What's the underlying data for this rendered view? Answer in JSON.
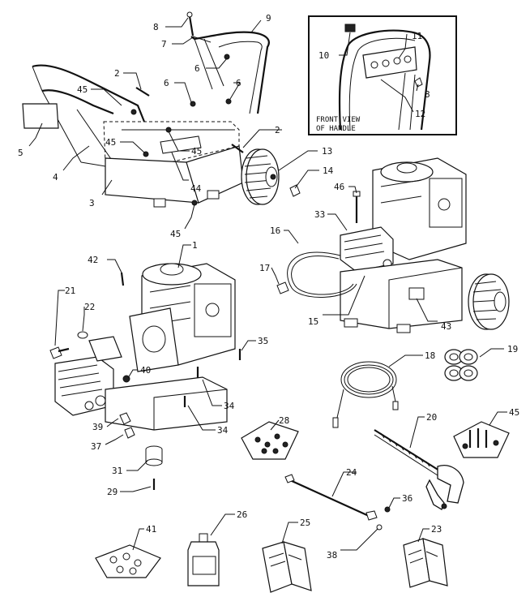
{
  "inset": {
    "caption_line1": "FRONT VIEW",
    "caption_line2": "OF HANDLE"
  },
  "callouts": [
    "1",
    "2",
    "3",
    "4",
    "5",
    "6",
    "7",
    "8",
    "9",
    "10",
    "11",
    "12",
    "13",
    "14",
    "15",
    "16",
    "17",
    "18",
    "19",
    "20",
    "21",
    "22",
    "23",
    "24",
    "25",
    "26",
    "28",
    "29",
    "31",
    "33",
    "34",
    "35",
    "36",
    "37",
    "38",
    "39",
    "40",
    "41",
    "42",
    "43",
    "44",
    "45",
    "46"
  ]
}
